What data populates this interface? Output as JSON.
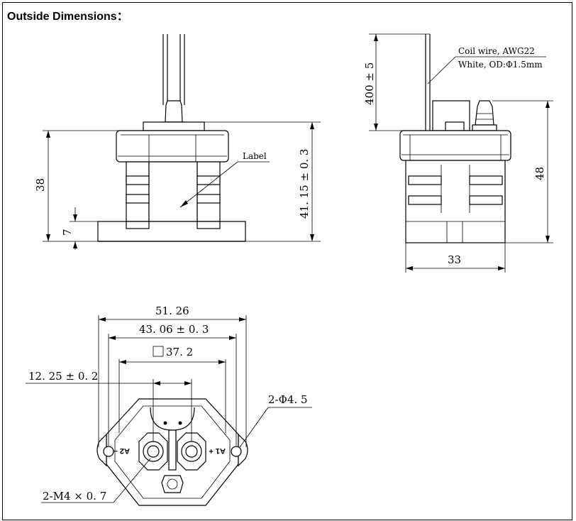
{
  "title": "Outside Dimensions：",
  "front_view": {
    "label_note": "Label",
    "height_overall": "38",
    "base_height": "7",
    "height_41": "41. 15 ± 0. 3"
  },
  "side_view": {
    "wire_length": "400 ± 5",
    "coil_wire_line1": "Coil wire, AWG22",
    "coil_wire_line2": "White, OD:Φ1.5mm",
    "height": "48",
    "width": "33"
  },
  "bottom_view": {
    "width_total": "51. 26",
    "mount_spacing": "43. 06 ± 0. 3",
    "square_size": "37. 2",
    "terminal_spacing": "12. 25 ± 0. 2",
    "hole_note": "2-Φ4. 5",
    "thread_note": "2-M4 × 0. 7",
    "terminal_a1": "A1 +",
    "terminal_a2": "A2 −"
  }
}
